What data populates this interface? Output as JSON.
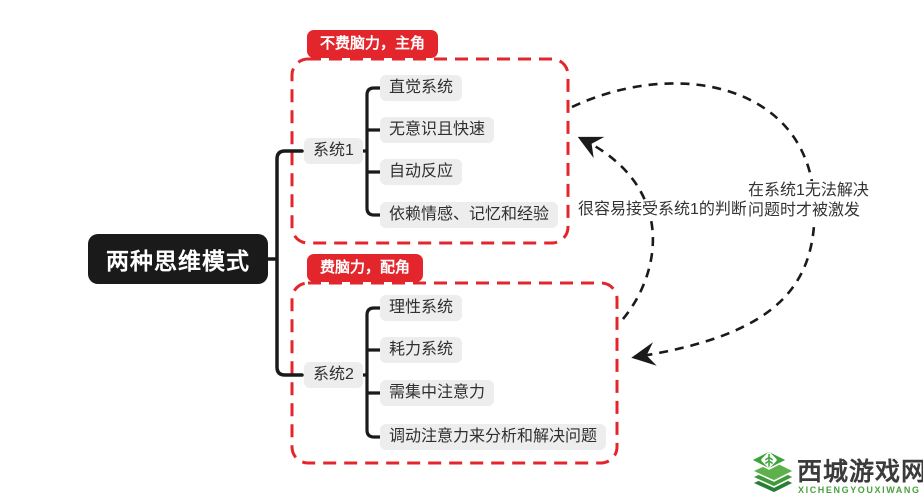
{
  "root": {
    "label": "两种思维模式"
  },
  "branches": [
    {
      "tag": "不费脑力，主角",
      "node": "系统1",
      "items": [
        "直觉系统",
        "无意识且快速",
        "自动反应",
        "依赖情感、记忆和经验"
      ]
    },
    {
      "tag": "费脑力，配角",
      "node": "系统2",
      "items": [
        "理性系统",
        "耗力系统",
        "需集中注意力",
        "调动注意力来分析和解决问题"
      ]
    }
  ],
  "annotations": {
    "accepts": "很容易接受系统1的判断",
    "activated_line1": "在系统1无法解决",
    "activated_line2": "问题时才被激发"
  },
  "watermark": {
    "title": "西城游戏网",
    "subtitle": "XICHENGYOUXIWANG"
  },
  "colors": {
    "accent_red": "#e2262c",
    "line_black": "#1a1a1a",
    "leaf_gray": "#ededed",
    "logo_green": "#4aa23e"
  }
}
